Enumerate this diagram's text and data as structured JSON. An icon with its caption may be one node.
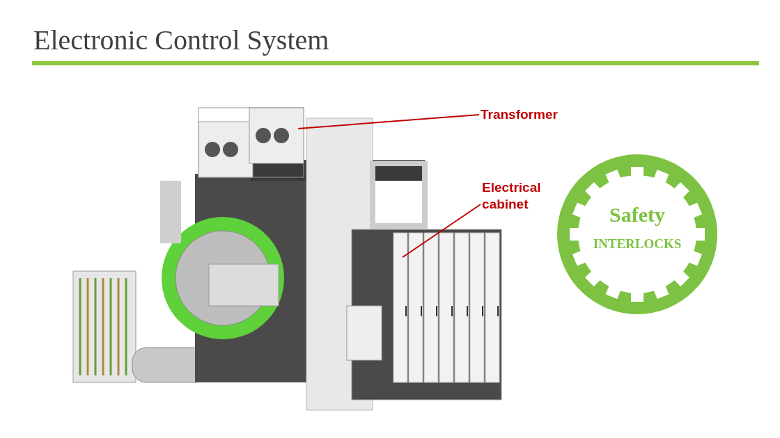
{
  "diagram": {
    "title": "Electronic Control System",
    "nodes": [
      {
        "text": [
          "Transformer"
        ]
      },
      {
        "text": [],
        "shape": "box"
      },
      {
        "text": [
          "Electrical cabinet"
        ]
      },
      {
        "text": [],
        "shape": "box"
      },
      {
        "text": [
          "Safety",
          "INTERLOCKS"
        ]
      }
    ],
    "edges": [
      {
        "from": 0,
        "to": 1,
        "arrow": "none"
      },
      {
        "from": 2,
        "to": 3,
        "arrow": "none"
      }
    ]
  }
}
